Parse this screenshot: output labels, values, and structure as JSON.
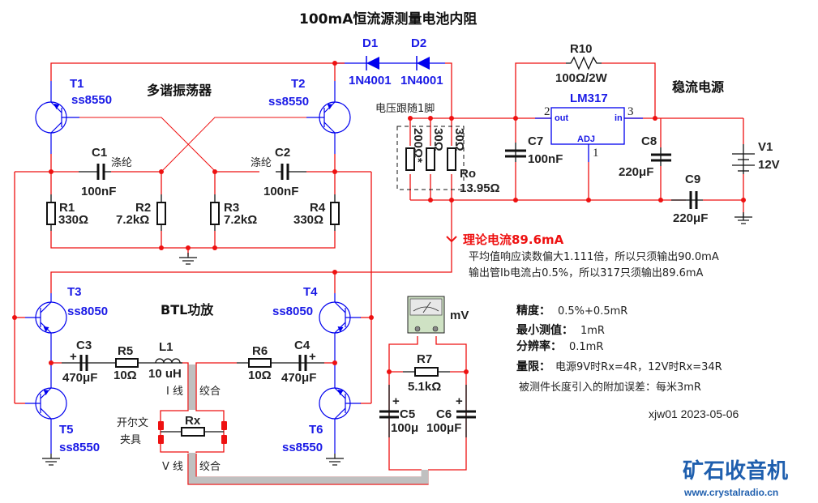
{
  "title": "100mA恒流源测量电池内阻",
  "sections": {
    "oscillator": "多谐振荡器",
    "amplifier": "BTL功放",
    "regulator": "稳流电源"
  },
  "components": {
    "T1": {
      "ref": "T1",
      "model": "ss8550"
    },
    "T2": {
      "ref": "T2",
      "model": "ss8550"
    },
    "T3": {
      "ref": "T3",
      "model": "ss8050"
    },
    "T4": {
      "ref": "T4",
      "model": "ss8050"
    },
    "T5": {
      "ref": "T5",
      "model": "ss8550"
    },
    "T6": {
      "ref": "T6",
      "model": "ss8550"
    },
    "D1": {
      "ref": "D1",
      "model": "1N4001"
    },
    "D2": {
      "ref": "D2",
      "model": "1N4001"
    },
    "C1": {
      "ref": "C1",
      "value": "100nF",
      "note": "涤纶"
    },
    "C2": {
      "ref": "C2",
      "value": "100nF",
      "note": "涤纶"
    },
    "C3": {
      "ref": "C3",
      "value": "470μF",
      "pol": "+"
    },
    "C4": {
      "ref": "C4",
      "value": "470μF",
      "pol": "+"
    },
    "C5": {
      "ref": "C5",
      "value": "100μ",
      "pol": "+"
    },
    "C6": {
      "ref": "C6",
      "value": "100μF",
      "pol": "+"
    },
    "C7": {
      "ref": "C7",
      "value": "100nF"
    },
    "C8": {
      "ref": "C8",
      "value": "220μF"
    },
    "C9": {
      "ref": "C9",
      "value": "220μF"
    },
    "R1": {
      "ref": "R1",
      "value": "330Ω"
    },
    "R2": {
      "ref": "R2",
      "value": "7.2kΩ"
    },
    "R3": {
      "ref": "R3",
      "value": "7.2kΩ"
    },
    "R4": {
      "ref": "R4",
      "value": "330Ω"
    },
    "R5": {
      "ref": "R5",
      "value": "10Ω"
    },
    "R6": {
      "ref": "R6",
      "value": "10Ω"
    },
    "R7": {
      "ref": "R7",
      "value": "5.1kΩ"
    },
    "R10": {
      "ref": "R10",
      "value": "100Ω/2W"
    },
    "Ro": {
      "ref": "Ro",
      "value": "13.95Ω",
      "parts": [
        "200Ω*",
        "30Ω",
        "30Ω"
      ]
    },
    "L1": {
      "ref": "L1",
      "value": "10 uH"
    },
    "Rx": {
      "ref": "Rx"
    },
    "V1": {
      "ref": "V1",
      "value": "12V"
    },
    "LM317": {
      "ref": "LM317",
      "pin_out": "out",
      "pin_in": "in",
      "pin_adj": "ADJ",
      "pin1": "1",
      "pin2": "2",
      "pin3": "3"
    },
    "meter": {
      "unit": "mV",
      "plus": "+",
      "minus": "−"
    }
  },
  "annotations": {
    "follow_pin": "电压跟随1脚",
    "i_line": "I 线",
    "v_line": "V 线",
    "twisted1": "绞合",
    "twisted2": "绞合",
    "clip_line1": "开尔文",
    "clip_line2": "夹具",
    "theory_current": "理论电流89.6mA",
    "note1": "平均值响应读数偏大1.111倍，所以只须输出90.0mA",
    "note2": "输出管Ib电流占0.5%，所以317只须输出89.6mA"
  },
  "specs": [
    {
      "key": "精度：",
      "value": "0.5%+0.5mR"
    },
    {
      "key": "最小测值：",
      "value": "1mR"
    },
    {
      "key": "分辨率：",
      "value": "0.1mR"
    },
    {
      "key": "量限：",
      "value": "电源9V时Rx=4R，12V时Rx=34R"
    }
  ],
  "error_note": "被测件长度引入的附加误差：每米3mR",
  "signature": "xjw01 2023-05-06",
  "watermark": {
    "name": "矿石收音机",
    "url": "www.crystalradio.cn"
  }
}
